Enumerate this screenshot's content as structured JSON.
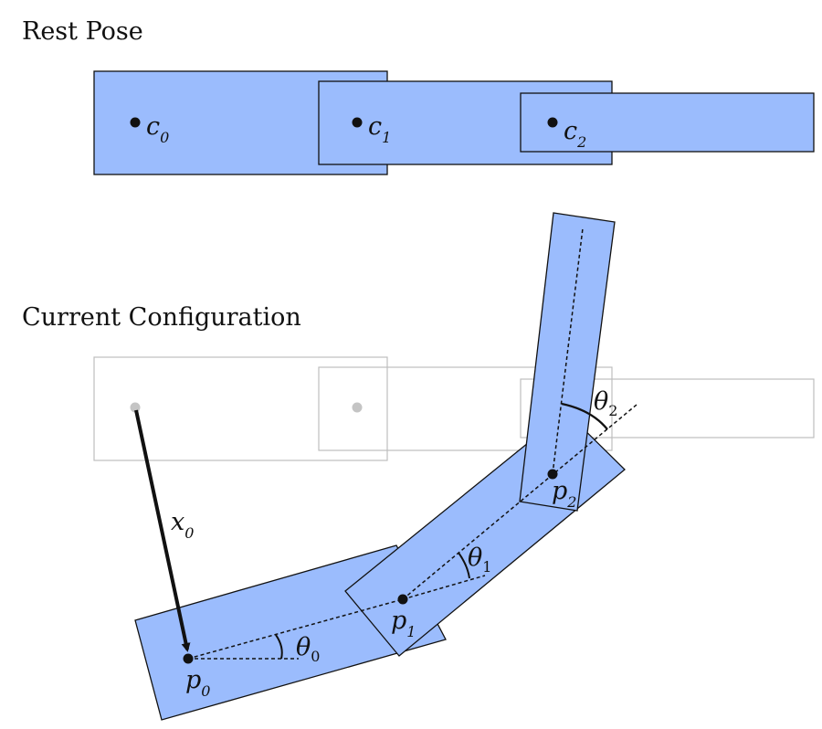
{
  "headings": {
    "rest_pose": "Rest Pose",
    "current_configuration": "Current Configuration"
  },
  "labels": {
    "c0": {
      "base": "c",
      "sub": "0"
    },
    "c1": {
      "base": "c",
      "sub": "1"
    },
    "c2": {
      "base": "c",
      "sub": "2"
    },
    "p0": {
      "base": "p",
      "sub": "0"
    },
    "p1": {
      "base": "p",
      "sub": "1"
    },
    "p2": {
      "base": "p",
      "sub": "2"
    },
    "x0": {
      "base": "x",
      "sub": "0"
    },
    "theta0": {
      "base": "θ",
      "sub": "0"
    },
    "theta1": {
      "base": "θ",
      "sub": "1"
    },
    "theta2": {
      "base": "θ",
      "sub": "2"
    }
  },
  "colors": {
    "link_fill": "#9bbcfd",
    "outline": "#111111",
    "ghost_outline": "#bdbdbd",
    "ghost_point": "#c4c4c4",
    "point": "#111111"
  }
}
